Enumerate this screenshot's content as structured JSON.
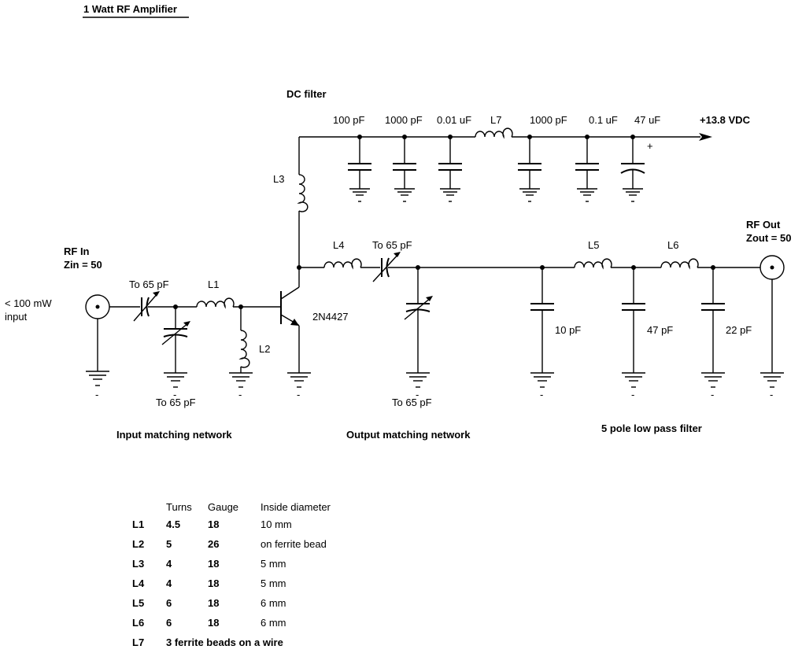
{
  "title": "1 Watt RF Amplifier",
  "dc_section": {
    "heading": "DC filter",
    "supply": "+13.8 VDC",
    "polarity_mark": "+",
    "parts": [
      "100 pF",
      "1000 pF",
      "0.01 uF",
      "L7",
      "1000 pF",
      "0.1 uF",
      "47 uF"
    ],
    "choke": "L3"
  },
  "input": {
    "name": "RF In",
    "impedance": "Zin = 50",
    "level_line1": "< 100 mW",
    "level_line2": "input",
    "series_cap": "To 65 pF",
    "shunt_cap": "To 65 pF",
    "series_inductor": "L1",
    "shunt_inductor": "L2",
    "section_label": "Input matching network"
  },
  "transistor": "2N4427",
  "output": {
    "series_inductor": "L4",
    "series_cap": "To 65 pF",
    "shunt_cap": "To 65 pF",
    "section_label": "Output matching network"
  },
  "filter": {
    "inductors": [
      "L5",
      "L6"
    ],
    "caps": [
      "10 pF",
      "47 pF",
      "22 pF"
    ],
    "section_label": "5 pole low pass filter"
  },
  "rf_out": {
    "name": "RF Out",
    "impedance": "Zout = 50"
  },
  "coil_table": {
    "headers": [
      "",
      "Turns",
      "Gauge",
      "Inside diameter"
    ],
    "rows": [
      [
        "L1",
        "4.5",
        "18",
        "10 mm"
      ],
      [
        "L2",
        "5",
        "26",
        "on ferrite bead"
      ],
      [
        "L3",
        "4",
        "18",
        "5 mm"
      ],
      [
        "L4",
        "4",
        "18",
        "5 mm"
      ],
      [
        "L5",
        "6",
        "18",
        "6 mm"
      ],
      [
        "L6",
        "6",
        "18",
        "6 mm"
      ]
    ],
    "last_row": {
      "name": "L7",
      "desc": "3 ferrite beads on a wire"
    }
  },
  "ground_mark": "-"
}
